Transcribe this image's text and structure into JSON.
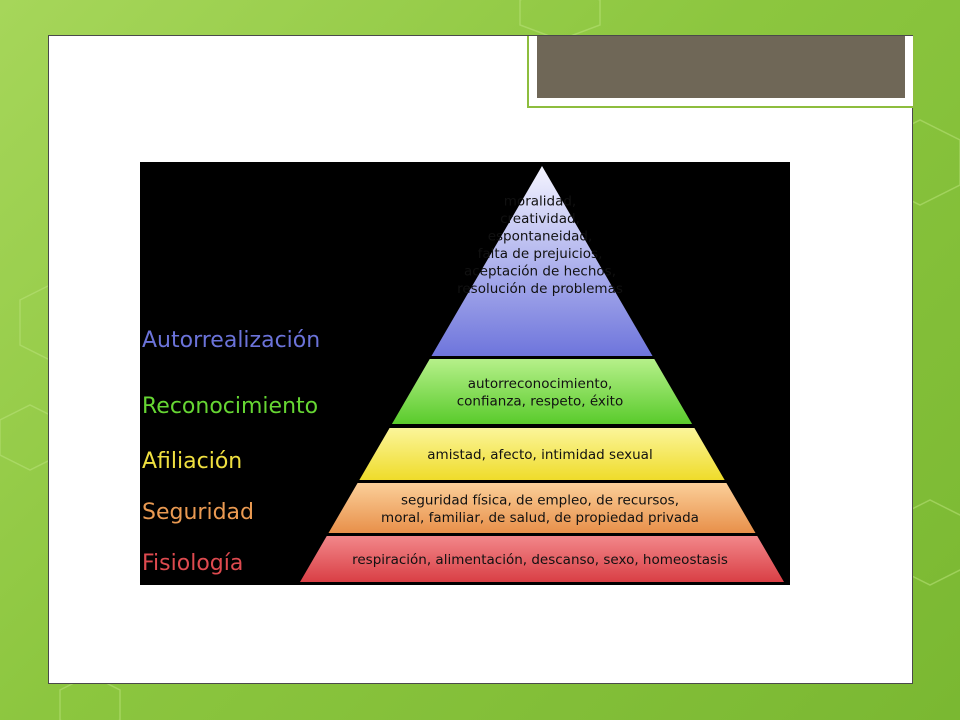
{
  "diagram": {
    "levels": [
      {
        "name": "Autorrealización",
        "color": "#6b73d9",
        "description": [
          "moralidad,",
          "creatividad,",
          "espontaneidad,",
          "falta de prejuicios,",
          "aceptación de hechos,",
          "resolución de problemas"
        ]
      },
      {
        "name": "Reconocimiento",
        "color": "#66d633",
        "description": [
          "autorreconocimiento,",
          "confianza, respeto, éxito"
        ]
      },
      {
        "name": "Afiliación",
        "color": "#f0e040",
        "description": [
          "amistad, afecto, intimidad sexual"
        ]
      },
      {
        "name": "Seguridad",
        "color": "#ea9a52",
        "description": [
          "seguridad física, de empleo, de recursos,",
          "moral, familiar, de salud, de propiedad privada"
        ]
      },
      {
        "name": "Fisiología",
        "color": "#de4a4f",
        "description": [
          "respiración, alimentación, descanso, sexo, homeostasis"
        ]
      }
    ]
  }
}
